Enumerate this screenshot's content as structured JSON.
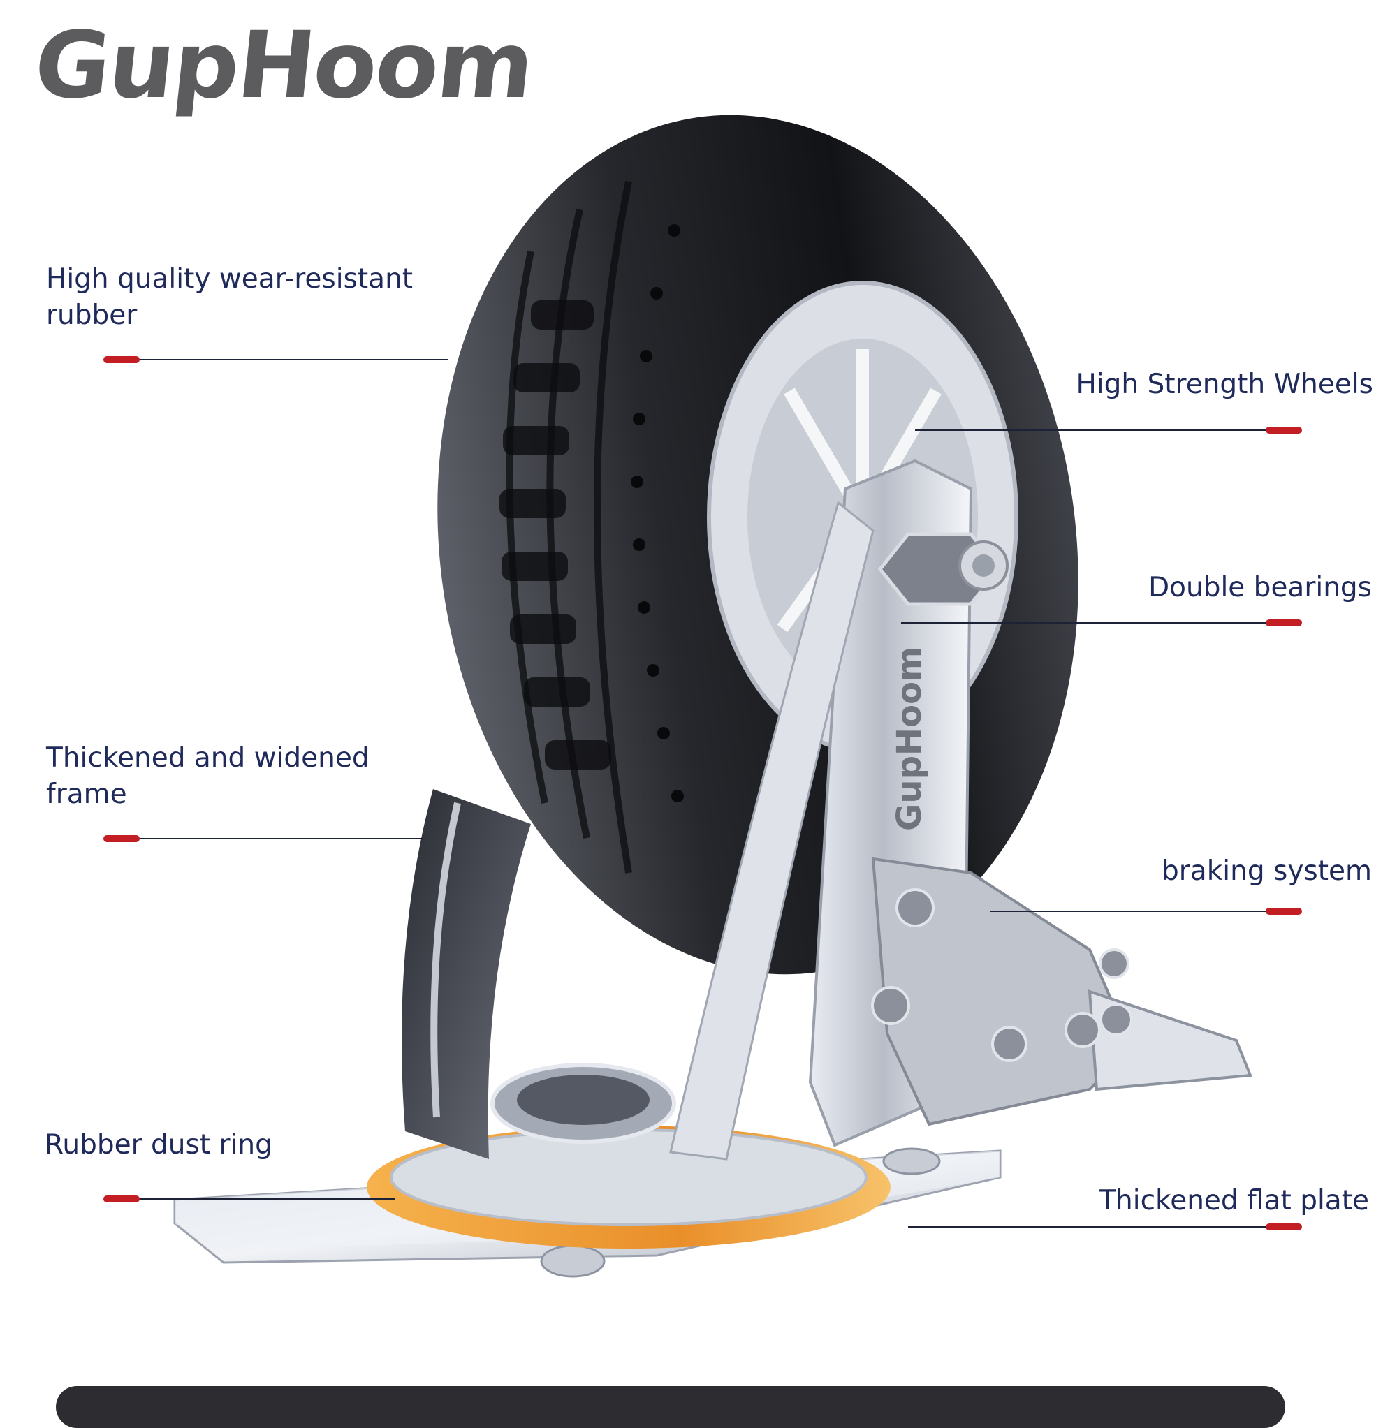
{
  "brand": {
    "logo_text": "GupHoom",
    "frame_stamp": "GupHoom"
  },
  "labels": {
    "rubber": {
      "line1": "High quality wear-resistant",
      "line2": "rubber"
    },
    "frame": {
      "line1": "Thickened and widened",
      "line2": "frame"
    },
    "dust_ring": "Rubber dust ring",
    "wheels": "High Strength Wheels",
    "bearings": "Double bearings",
    "braking": "braking system",
    "plate": "Thickened flat plate"
  },
  "colors": {
    "label_text": "#1f2a5a",
    "leader_tick": "#c41e25",
    "logo": "#5c5c5f",
    "tire": "#2b2c31",
    "dust_ring": "#f0a640"
  }
}
